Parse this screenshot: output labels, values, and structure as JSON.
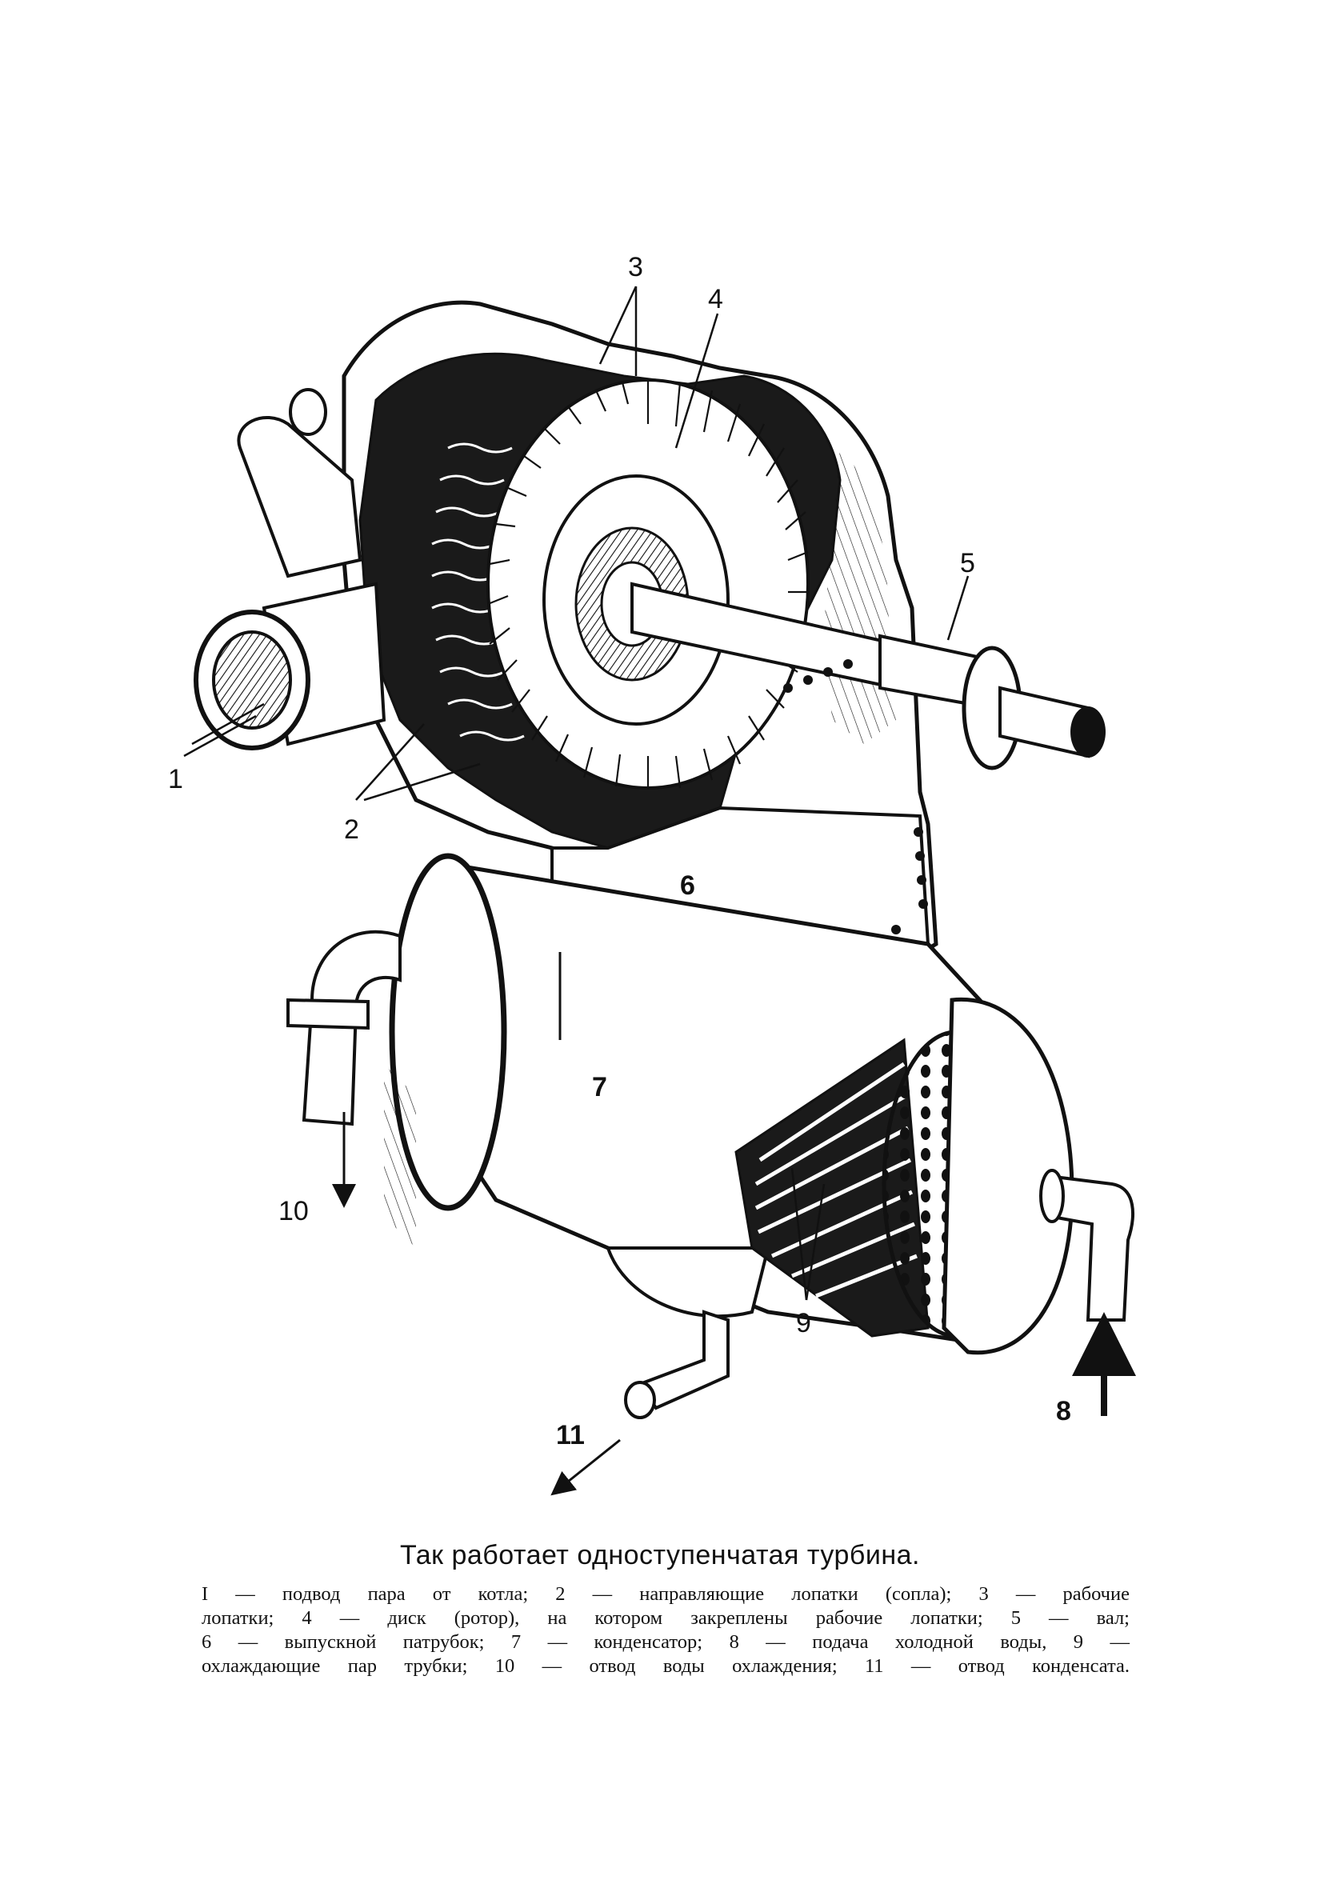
{
  "callouts": {
    "c1": "1",
    "c2": "2",
    "c3": "3",
    "c4": "4",
    "c5": "5",
    "c6": "6",
    "c7": "7",
    "c8": "8",
    "c9": "9",
    "c10": "10",
    "c11": "11"
  },
  "caption": {
    "title": "Так работает одноступенчатая турбина.",
    "legend_lines": [
      "I — подвод пара от котла; 2 — направляющие лопатки (сопла); 3 — рабочие",
      "лопатки; 4 — диск (ротор), на котором закреплены рабочие лопатки; 5 — вал;",
      "6 — выпускной патрубок; 7 — конденсатор; 8 — подача холодной воды, 9 —",
      "охлаждающие пар трубки; 10 — отвод воды охлаждения; 11 — отвод конденсата."
    ]
  },
  "colors": {
    "ink": "#111111",
    "paper": "#ffffff"
  }
}
